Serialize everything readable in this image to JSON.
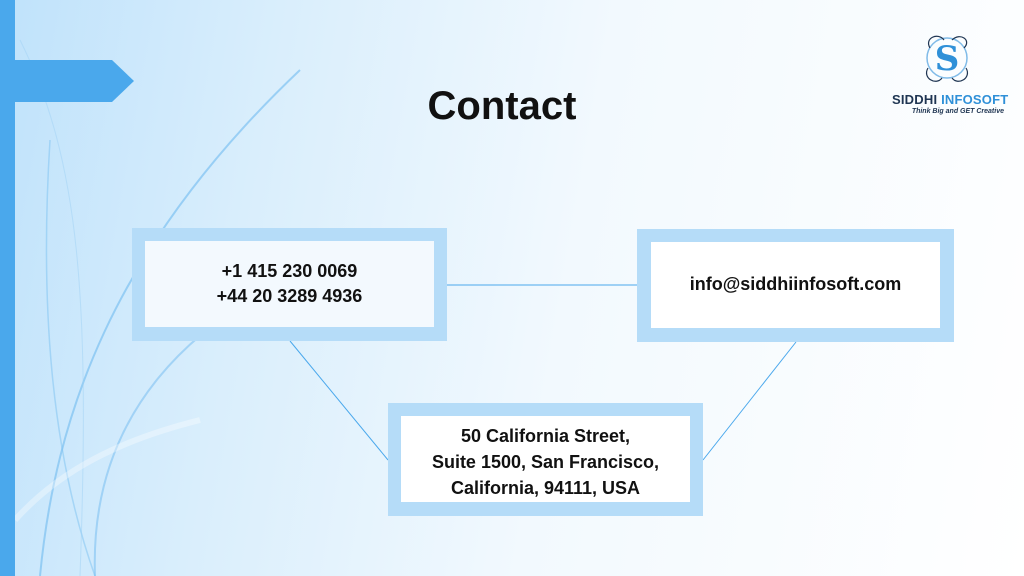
{
  "title": "Contact",
  "logo": {
    "name_part1": "SIDDHI ",
    "name_part2": "INFOSOFT",
    "tagline": "Think Big and GET Creative",
    "accent_color": "#2f90d8"
  },
  "contact": {
    "phone_1": "+1 415 230 0069",
    "phone_2": "+44 20 3289 4936",
    "email": "info@siddhiinfosoft.com",
    "address_line_1": "50 California Street,",
    "address_line_2": "Suite 1500, San Francisco,",
    "address_line_3": "California, 94111, USA"
  },
  "colors": {
    "side_bar": "#4aa8ec",
    "card_frame": "#b5dcf8",
    "connector": "#4aa8ec"
  }
}
